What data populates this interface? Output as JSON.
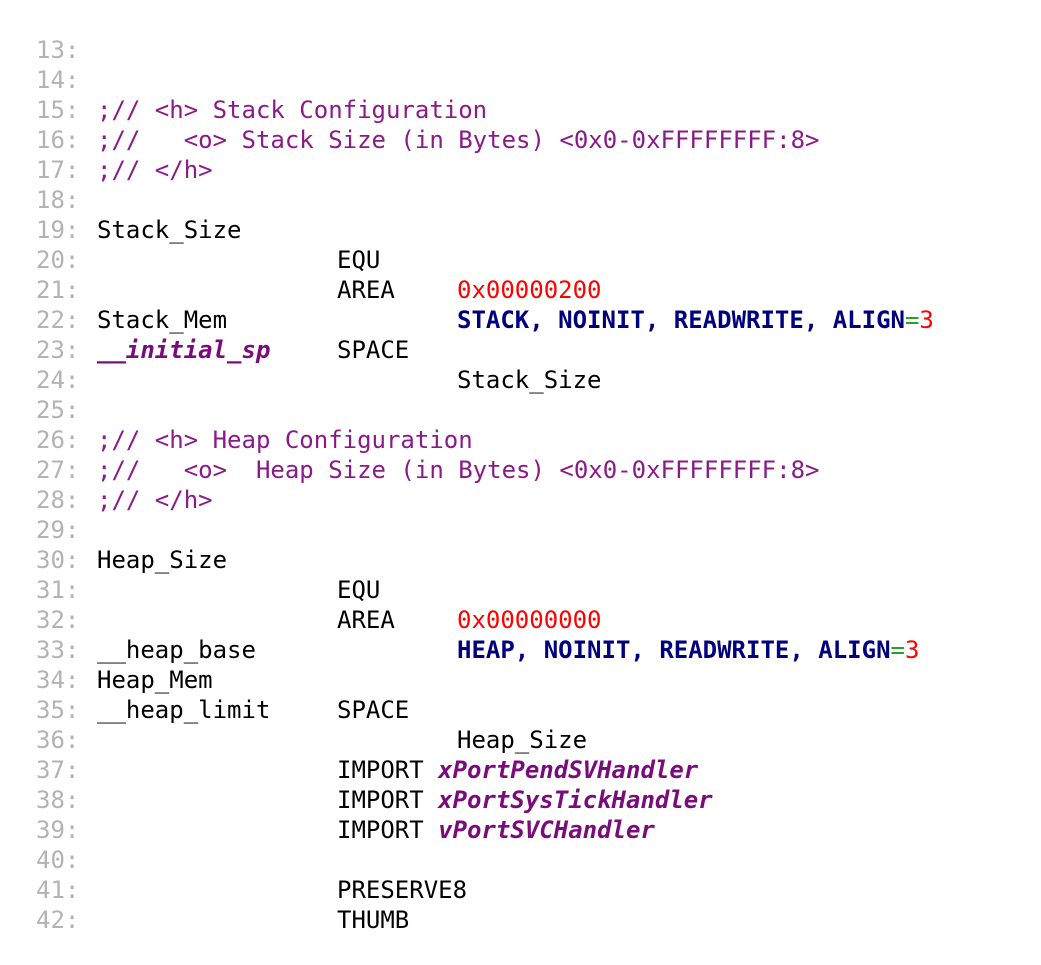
{
  "colors": {
    "line_number": "#b3b3b3",
    "comment": "#8b1a89",
    "number": "#ff0000",
    "keyword": "#00007f",
    "operator": "#2a9f2a",
    "italic_label": "#7a0b7a",
    "text": "#000000",
    "background": "#ffffff"
  },
  "code": {
    "line_numbers": [
      "13:",
      "14:",
      "15:",
      "16:",
      "17:",
      "18:",
      "19:",
      "20:",
      "21:",
      "22:",
      "23:",
      "24:",
      "25:",
      "26:",
      "27:",
      "28:",
      "29:",
      "30:",
      "31:",
      "32:",
      "33:",
      "34:",
      "35:",
      "36:",
      "37:",
      "38:",
      "39:",
      "40:",
      "41:",
      "42:"
    ],
    "l14": ";// <h> Stack Configuration",
    "l15": ";//   <o> Stack Size (in Bytes) <0x0-0xFFFFFFFF:8>",
    "l16": ";// </h>",
    "l18": {
      "label": "Stack_Size",
      "op": "EQU",
      "value": "0x00000200"
    },
    "l20": {
      "op": "AREA",
      "a1": "STACK",
      "s1": ", ",
      "a2": "NOINIT",
      "s2": ", ",
      "a3": "READWRITE",
      "s3": ", ",
      "a4": "ALIGN",
      "eq": "=",
      "a5": "3"
    },
    "l21": {
      "label": "Stack_Mem",
      "op": "SPACE",
      "value": "Stack_Size"
    },
    "l22": "__initial_sp",
    "l25": ";// <h> Heap Configuration",
    "l26": ";//   <o>  Heap Size (in Bytes) <0x0-0xFFFFFFFF:8>",
    "l27": ";// </h>",
    "l29": {
      "label": "Heap_Size",
      "op": "EQU",
      "value": "0x00000000"
    },
    "l31": {
      "op": "AREA",
      "a1": "HEAP",
      "s1": ", ",
      "a2": "NOINIT",
      "s2": ", ",
      "a3": "READWRITE",
      "s3": ", ",
      "a4": "ALIGN",
      "eq": "=",
      "a5": "3"
    },
    "l32": "__heap_base",
    "l33": {
      "label": "Heap_Mem",
      "op": "SPACE",
      "value": "Heap_Size"
    },
    "l34": "__heap_limit",
    "l36": {
      "op": "IMPORT",
      "value": "xPortPendSVHandler"
    },
    "l37": {
      "op": "IMPORT",
      "value": "xPortSysTickHandler"
    },
    "l38": {
      "op": "IMPORT",
      "value": "vPortSVCHandler"
    },
    "l40": "PRESERVE8",
    "l41": "THUMB"
  }
}
